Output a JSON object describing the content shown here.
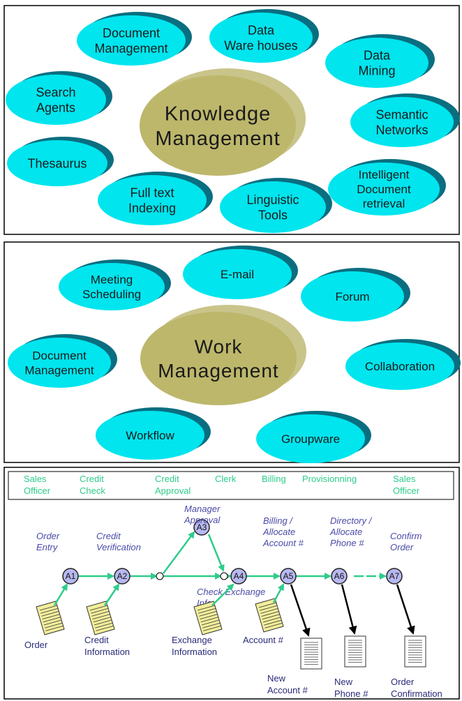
{
  "knowledge": {
    "center": [
      "Knowledge",
      "Management"
    ],
    "bubbles": [
      {
        "id": "document-management",
        "lines": [
          "Document",
          "Management"
        ]
      },
      {
        "id": "data-ware-houses",
        "lines": [
          "Data",
          "Ware houses"
        ]
      },
      {
        "id": "data-mining",
        "lines": [
          "Data",
          "Mining"
        ]
      },
      {
        "id": "search-agents",
        "lines": [
          "Search",
          "Agents"
        ]
      },
      {
        "id": "semantic-networks",
        "lines": [
          "Semantic",
          "Networks"
        ]
      },
      {
        "id": "thesaurus",
        "lines": [
          "Thesaurus"
        ]
      },
      {
        "id": "intelligent-document-retrieval",
        "lines": [
          "Intelligent",
          "Document",
          "retrieval"
        ]
      },
      {
        "id": "full-text-indexing",
        "lines": [
          "Full text",
          "Indexing"
        ]
      },
      {
        "id": "linguistic-tools",
        "lines": [
          "Linguistic",
          "Tools"
        ]
      }
    ]
  },
  "work": {
    "center": [
      "Work",
      "Management"
    ],
    "bubbles": [
      {
        "id": "meeting-scheduling",
        "lines": [
          "Meeting",
          "Scheduling"
        ]
      },
      {
        "id": "e-mail",
        "lines": [
          "E-mail"
        ]
      },
      {
        "id": "forum",
        "lines": [
          "Forum"
        ]
      },
      {
        "id": "document-management",
        "lines": [
          "Document",
          "Management"
        ]
      },
      {
        "id": "collaboration",
        "lines": [
          "Collaboration"
        ]
      },
      {
        "id": "workflow",
        "lines": [
          "Workflow"
        ]
      },
      {
        "id": "groupware",
        "lines": [
          "Groupware"
        ]
      }
    ]
  },
  "workflow": {
    "roles": [
      [
        "Sales",
        "Officer"
      ],
      [
        "Credit",
        "Check"
      ],
      [
        "Credit",
        "Approval"
      ],
      [
        "Clerk"
      ],
      [
        "Billing"
      ],
      [
        "Provisionning"
      ],
      [
        "Sales",
        "Officer"
      ]
    ],
    "activities": [
      {
        "node": "A1",
        "lines": [
          "Order",
          "Entry"
        ]
      },
      {
        "node": "A2",
        "lines": [
          "Credit",
          "Verification"
        ]
      },
      {
        "node": "A3",
        "lines": [
          "Manager",
          "Approval"
        ]
      },
      {
        "node": "A4",
        "lines": [
          "Check Exchange",
          "Info"
        ]
      },
      {
        "node": "A5",
        "lines": [
          "Billing /",
          "Allocate",
          "Account #"
        ]
      },
      {
        "node": "A6",
        "lines": [
          "Directory /",
          "Allocate",
          "Phone #"
        ]
      },
      {
        "node": "A7",
        "lines": [
          "Confirm",
          "Order"
        ]
      }
    ],
    "input_docs": [
      {
        "lines": [
          "Order"
        ]
      },
      {
        "lines": [
          "Credit",
          "Information"
        ]
      },
      {
        "lines": [
          "Exchange",
          "Information"
        ]
      },
      {
        "lines": [
          "Account #"
        ]
      }
    ],
    "output_docs": [
      {
        "lines": [
          "New",
          "Account #"
        ]
      },
      {
        "lines": [
          "New",
          "Phone #"
        ]
      },
      {
        "lines": [
          "Order",
          "Confirmation"
        ]
      }
    ]
  },
  "colors": {
    "bubble": "#00e5ee",
    "bubble_shadow": "#0a6e80",
    "center": "#bdb76b",
    "center_shadow": "#c9c48a",
    "arrow_green": "#2ecc8a",
    "node_fill": "#b8b8f0",
    "doc_fill": "#f2ee9a"
  }
}
